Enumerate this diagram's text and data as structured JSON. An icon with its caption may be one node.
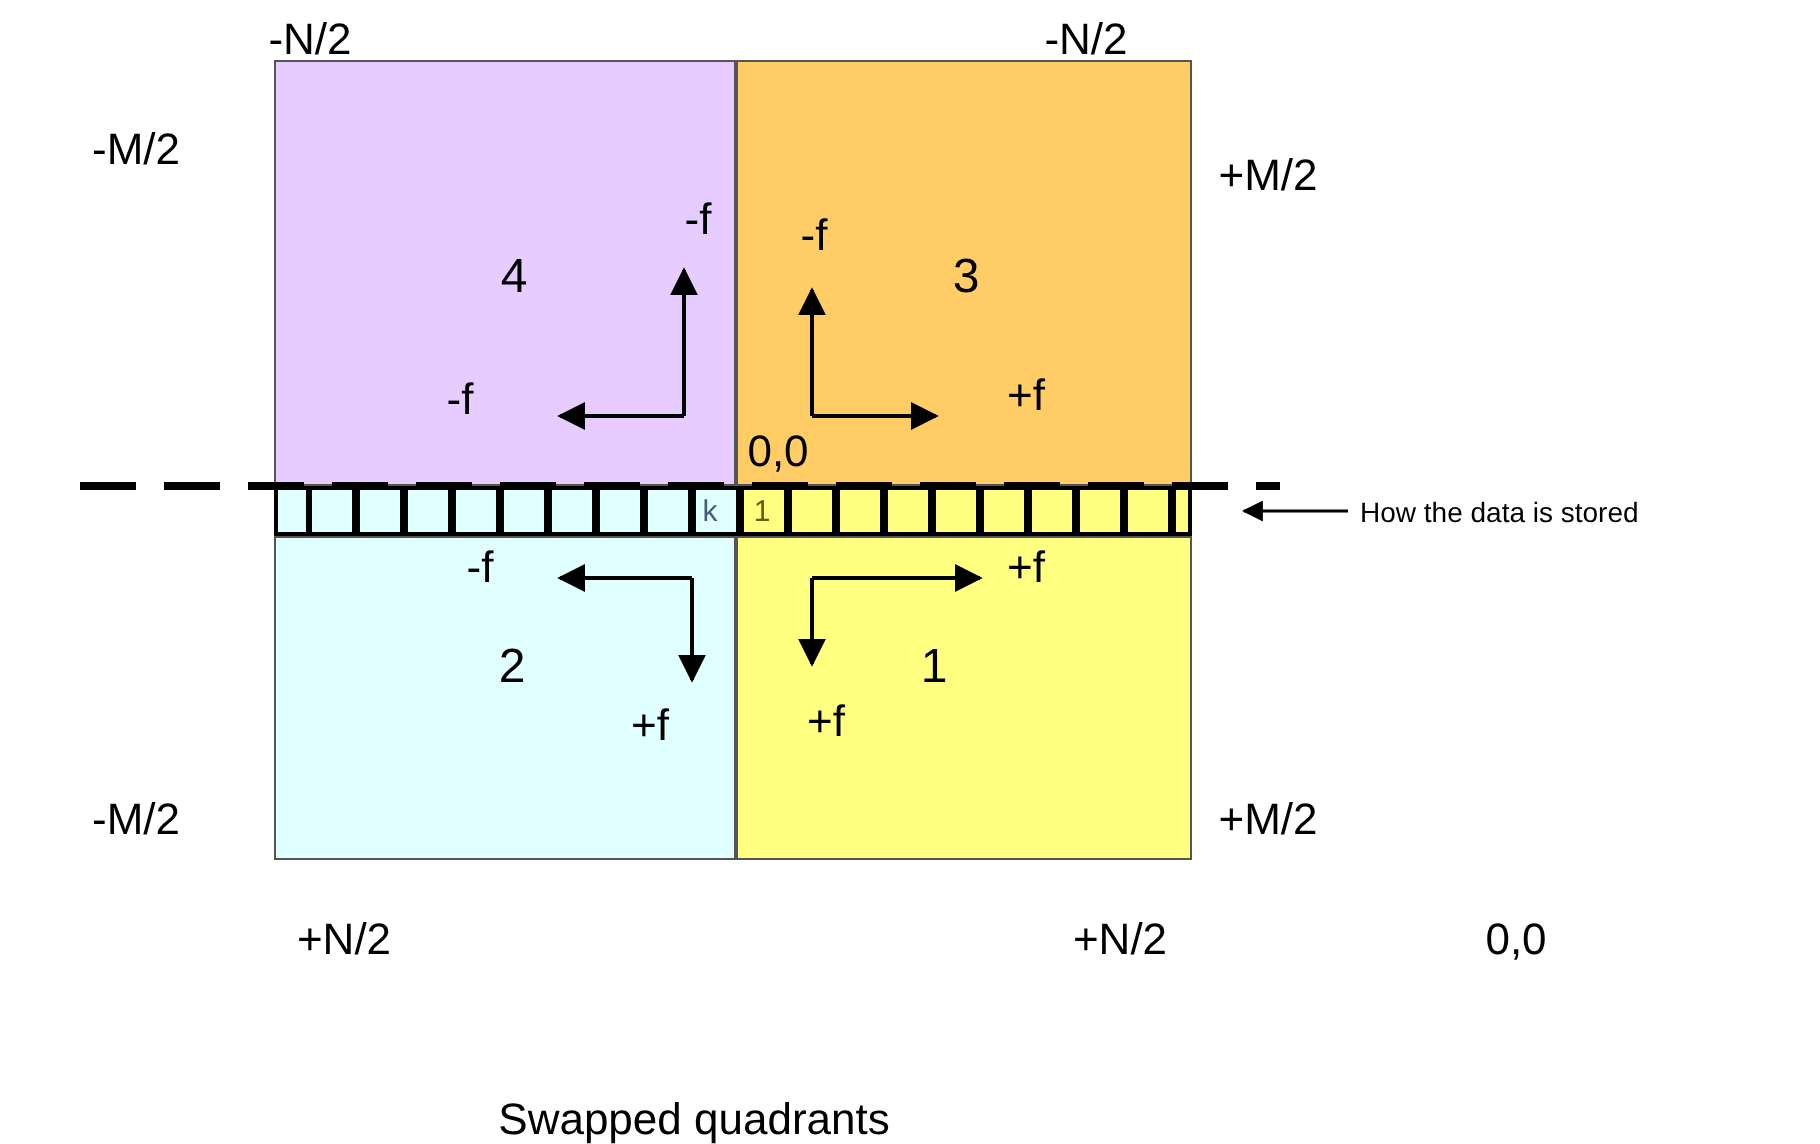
{
  "diagram": {
    "caption": "Swapped quadrants",
    "nodes": [
      {
        "text": [
          "4"
        ]
      },
      {
        "text": [
          "3"
        ]
      },
      {
        "text": [
          "2"
        ]
      },
      {
        "text": [
          "1"
        ]
      },
      {
        "text": [],
        "shape": "bar"
      },
      {
        "text": [
          "How the data is stored"
        ]
      }
    ],
    "edges": [
      {
        "from": 5,
        "to": 4,
        "arrow": "to"
      }
    ],
    "labels": [
      "-N/2",
      "-N/2",
      "-M/2",
      "+M/2",
      "-f",
      "-f",
      "-f",
      "+f",
      "0,0",
      "k",
      "1",
      "-f",
      "+f",
      "+f",
      "+f",
      "-M/2",
      "+M/2",
      "+N/2",
      "+N/2",
      "0,0"
    ]
  }
}
